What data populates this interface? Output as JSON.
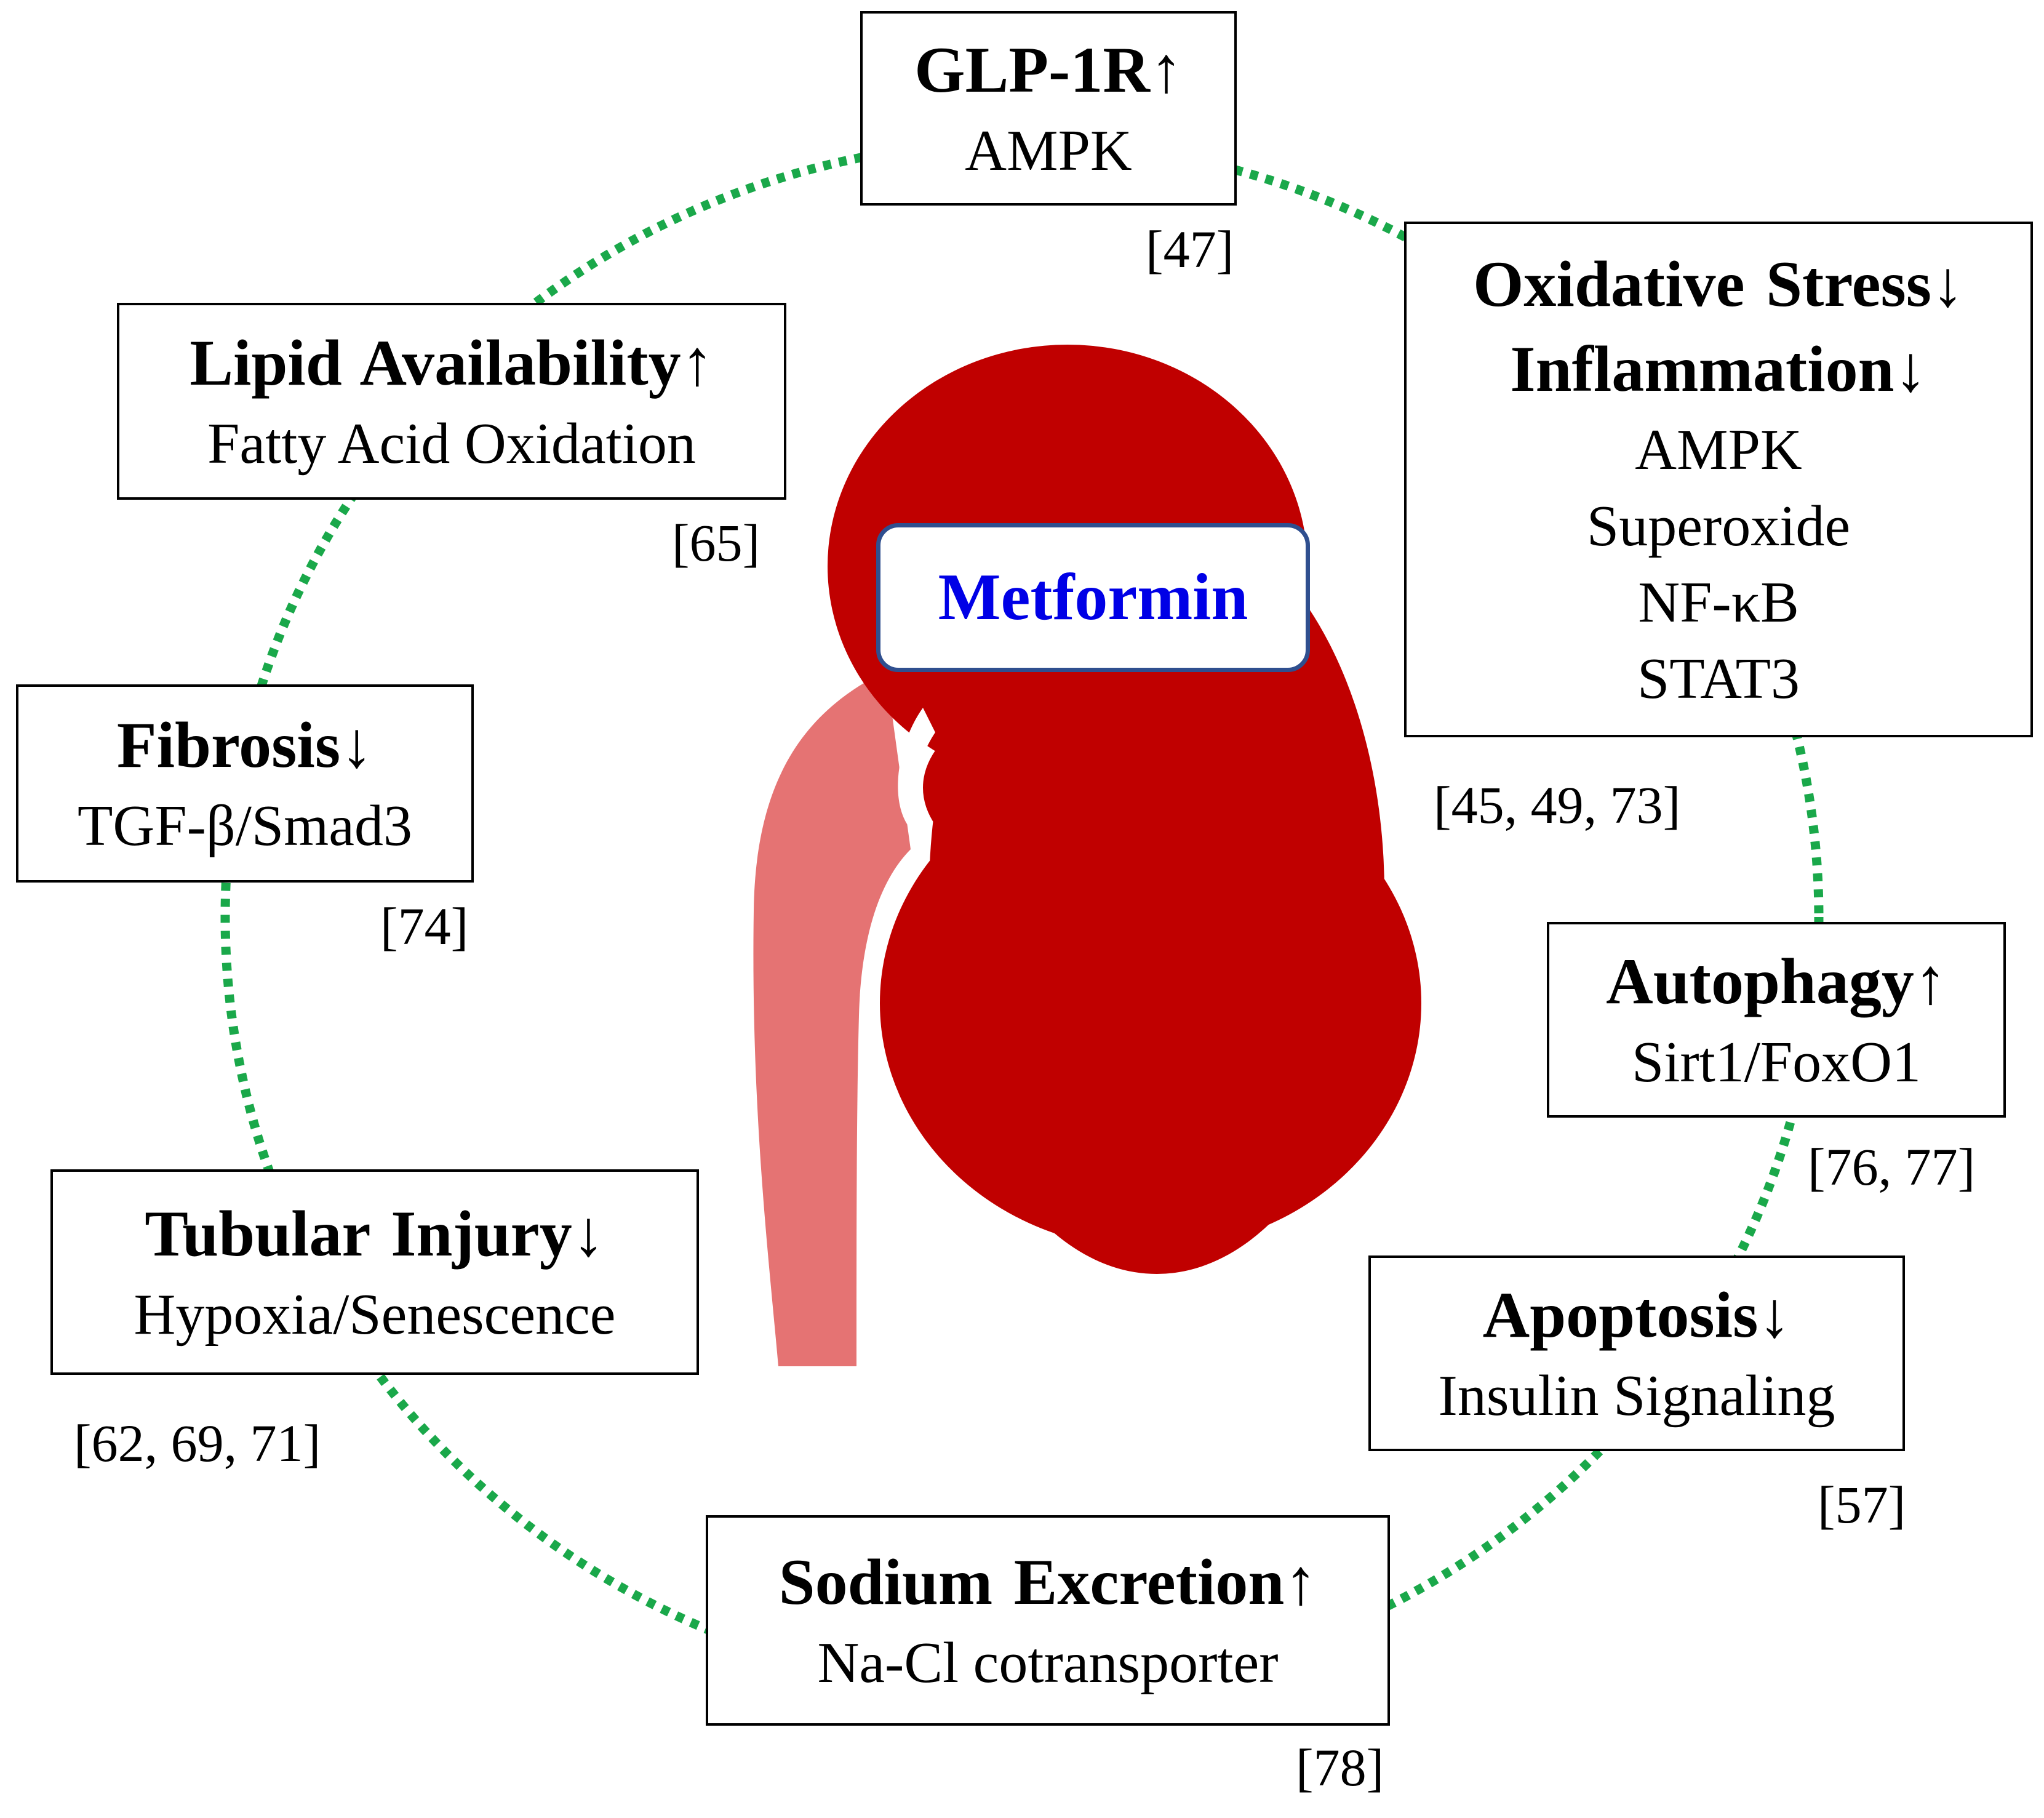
{
  "center": {
    "label": "Metformin"
  },
  "colors": {
    "kidney": "#c00000",
    "ureter": "#e57373",
    "ring": "#1aa84a",
    "label_text": "#0000e6",
    "label_border": "#2f4f8f"
  },
  "nodes": [
    {
      "id": "glp1r",
      "title": "GLP-1R↑",
      "lines": [
        "AMPK"
      ],
      "ref": "[47]"
    },
    {
      "id": "oxidative",
      "title": "Oxidative Stress↓",
      "title2": "Inflammation↓",
      "lines": [
        "AMPK",
        "Superoxide",
        "NF-κB",
        "STAT3"
      ],
      "ref": "[45, 49, 73]"
    },
    {
      "id": "autophagy",
      "title": "Autophagy↑",
      "lines": [
        "Sirt1/FoxO1"
      ],
      "ref": "[76, 77]"
    },
    {
      "id": "apoptosis",
      "title": "Apoptosis↓",
      "lines": [
        "Insulin Signaling"
      ],
      "ref": "[57]"
    },
    {
      "id": "sodium",
      "title": "Sodium Excretion↑",
      "lines": [
        "Na-Cl cotransporter"
      ],
      "ref": "[78]"
    },
    {
      "id": "tubular",
      "title": "Tubular Injury↓",
      "lines": [
        "Hypoxia/Senescence"
      ],
      "ref": "[62, 69, 71]"
    },
    {
      "id": "fibrosis",
      "title": "Fibrosis↓",
      "lines": [
        "TGF-β/Smad3"
      ],
      "ref": "[74]"
    },
    {
      "id": "lipid",
      "title": "Lipid Availability↑",
      "lines": [
        "Fatty Acid Oxidation"
      ],
      "ref": "[65]"
    }
  ]
}
